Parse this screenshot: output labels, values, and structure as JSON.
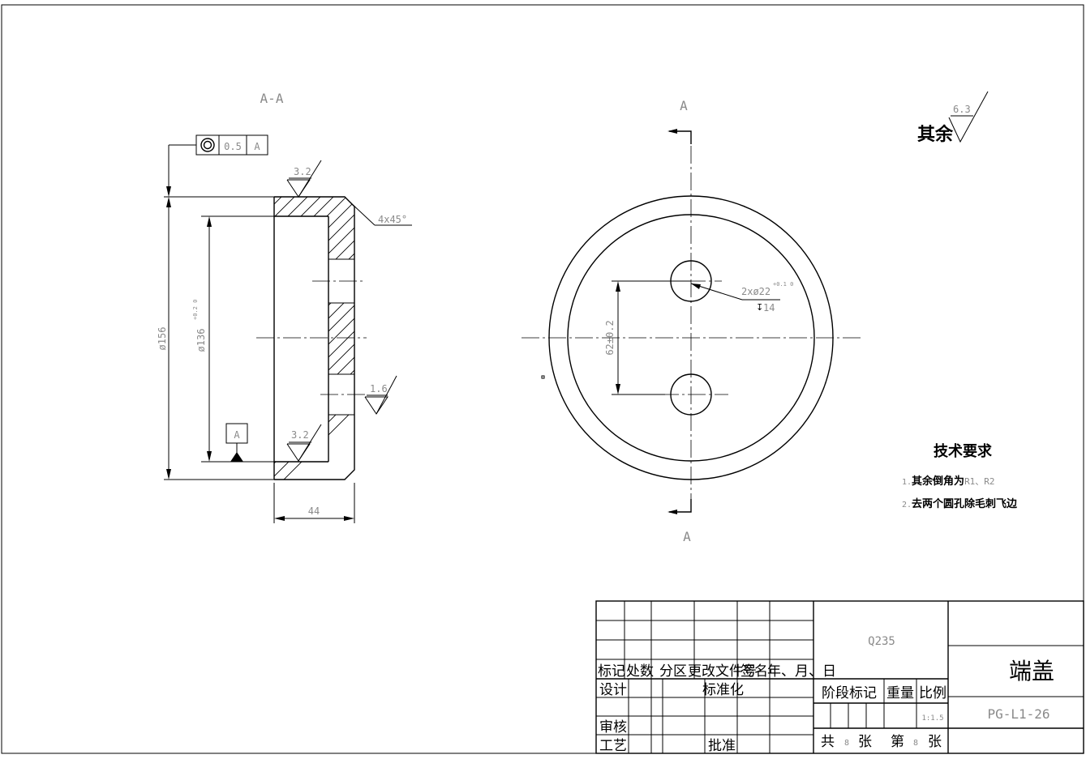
{
  "section_view": {
    "title": "A-A",
    "tolerance_frame": {
      "value": "0.5",
      "datum": "A"
    },
    "chamfer": "4x45°",
    "dim_outer_dia": "ø156",
    "dim_inner_dia": "ø136",
    "dim_inner_dia_tol": "+0.2 0",
    "dim_width": "44",
    "roughness_top": "3.2",
    "roughness_bottom": "3.2",
    "roughness_hole": "1.6",
    "datum_label": "A"
  },
  "front_view": {
    "cut_label_top": "A",
    "cut_label_bottom": "A",
    "hole_callout": "2xø22",
    "hole_callout_tol": "+0.1 0",
    "hole_depth": "14",
    "dim_hole_spacing": "62±0.2"
  },
  "roughness_rest": {
    "label": "其余",
    "value": "6.3"
  },
  "technical_requirements": {
    "title": "技术要求",
    "items": [
      {
        "num": "1.",
        "text": "其余倒角为",
        "extra": "R1、R2"
      },
      {
        "num": "2.",
        "text": "去两个圆孔除毛刺飞边",
        "extra": ""
      }
    ]
  },
  "title_block": {
    "headers": [
      "标记",
      "处数",
      "分区",
      "更改文件号",
      "签名",
      "年、月、日"
    ],
    "design": "设计",
    "standardization": "标准化",
    "review": "审核",
    "process": "工艺",
    "approve": "批准",
    "material": "Q235",
    "stage_mark": "阶段标记",
    "weight": "重量",
    "scale_label": "比例",
    "scale_value": "1:1.5",
    "total_label": "共",
    "total_count": "8",
    "sheet_unit": "张",
    "sheet_label": "第",
    "sheet_number": "8",
    "sheet_unit2": "张",
    "part_name": "端盖",
    "drawing_number": "PG-L1-26"
  }
}
